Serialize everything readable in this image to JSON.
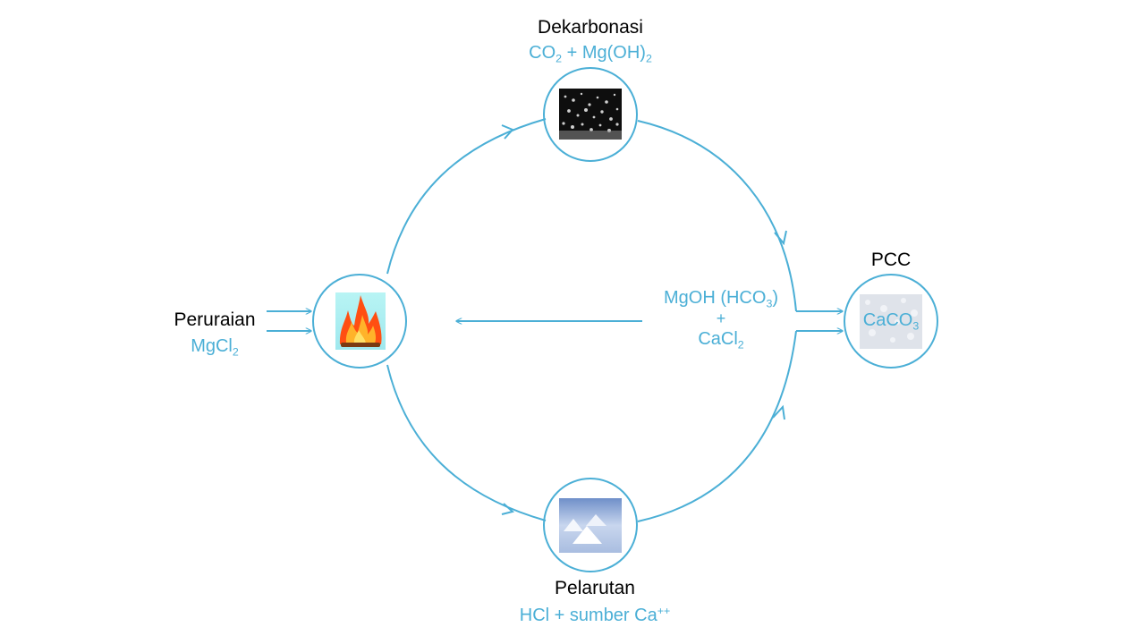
{
  "colors": {
    "accent": "#4BAFD6",
    "text": "#000000"
  },
  "nodes": {
    "top": {
      "title": "Dekarbonasi",
      "formula_parts": [
        "CO",
        "2",
        " + Mg(OH)",
        "2"
      ],
      "image": "bubbles-image"
    },
    "left": {
      "title": "Peruraian",
      "formula_parts": [
        "MgCl",
        "2"
      ],
      "image": "fire-image"
    },
    "right": {
      "title": "PCC",
      "formula_parts": [
        "CaCO",
        "3"
      ],
      "image": "powder-image"
    },
    "bottom": {
      "title": "Pelarutan",
      "formula_parts": [
        "HCl + sumber Ca",
        "++"
      ],
      "image": "salt-piles-image"
    }
  },
  "center": {
    "line1_parts": [
      "MgOH (HCO",
      "3",
      ")"
    ],
    "plus": "+",
    "line2_parts": [
      "CaCl",
      "2"
    ]
  }
}
